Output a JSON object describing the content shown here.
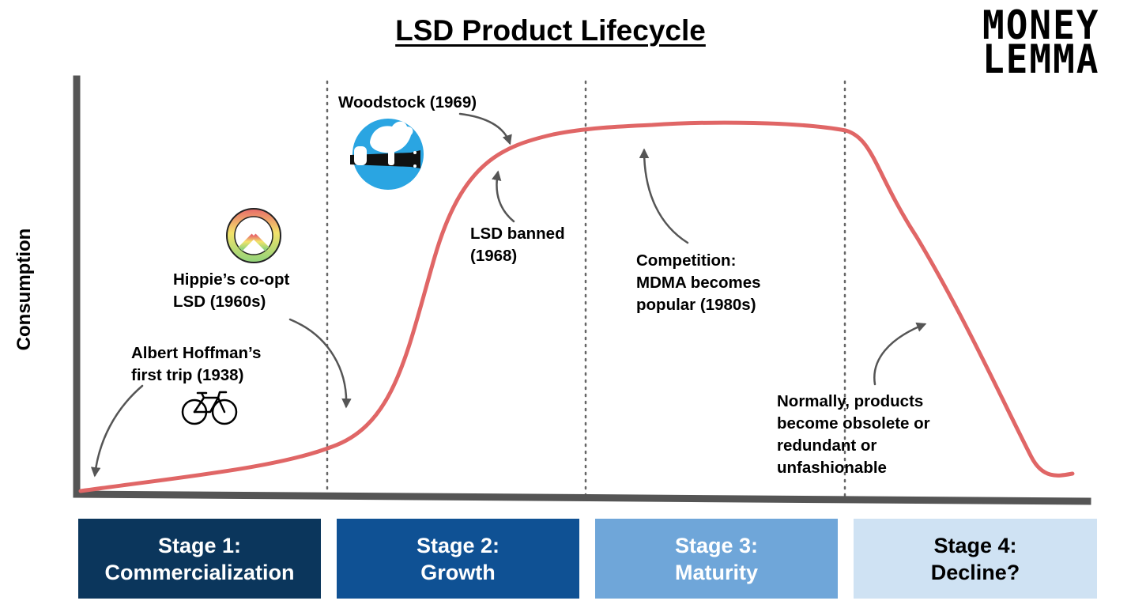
{
  "title": "LSD Product Lifecycle",
  "logo": {
    "line1": "MONEY",
    "line2": "LEMMA"
  },
  "y_axis_label": "Consumption",
  "annotations": {
    "hoffman": "Albert Hoffman’s\nfirst trip (1938)",
    "hippies": "Hippie’s co-opt\nLSD (1960s)",
    "woodstock": "Woodstock (1969)",
    "banned": "LSD banned\n(1968)",
    "competition": "Competition:\nMDMA becomes\npopular (1980s)",
    "decline_note": "Normally, products\nbecome obsolete or\nredundant or\nunfashionable"
  },
  "stages": [
    {
      "label": "Stage 1:\nCommercialization",
      "bg": "#0b365c",
      "fg": "#ffffff"
    },
    {
      "label": "Stage 2:\nGrowth",
      "bg": "#0f5194",
      "fg": "#ffffff"
    },
    {
      "label": "Stage 3:\nMaturity",
      "bg": "#6fa6d9",
      "fg": "#ffffff"
    },
    {
      "label": "Stage 4:\nDecline?",
      "bg": "#cfe2f3",
      "fg": "#000000"
    }
  ],
  "colors": {
    "curve": "#e06666",
    "axis": "#555555",
    "arrow": "#555555",
    "divider": "#666666"
  },
  "icons": [
    "bicycle-icon",
    "peace-sign-icon",
    "woodstock-dove-guitar-icon"
  ]
}
